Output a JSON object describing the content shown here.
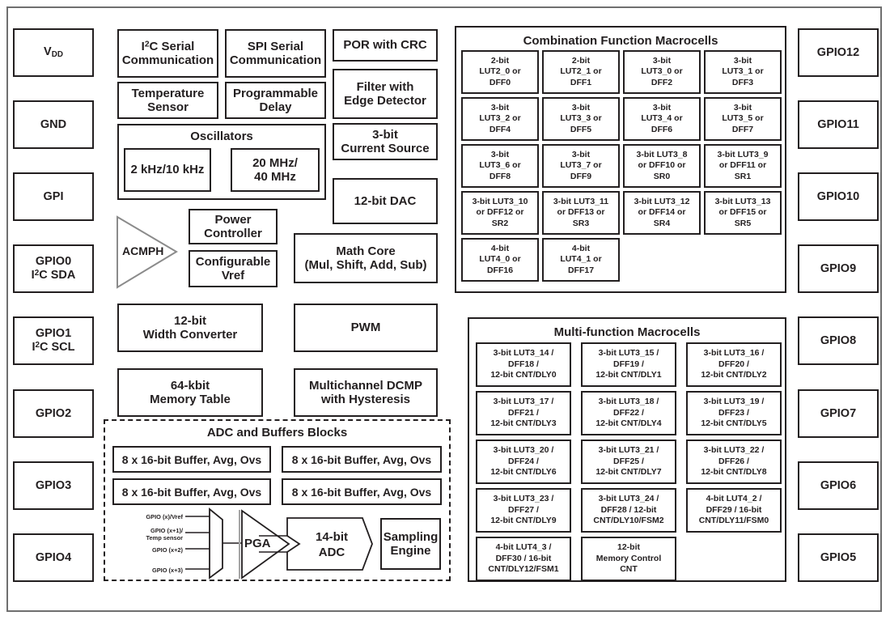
{
  "diagram": {
    "title": "SLG47004 Block Diagram",
    "border_color": "#6f6f6f",
    "line_color": "#231f20"
  },
  "left_pins": [
    {
      "name": "vdd",
      "line1": "V",
      "sub": "DD",
      "line2": ""
    },
    {
      "name": "gnd",
      "line1": "GND",
      "line2": ""
    },
    {
      "name": "gpi",
      "line1": "GPI",
      "line2": ""
    },
    {
      "name": "gpio0",
      "line1": "GPIO0",
      "line2": "I²C SDA"
    },
    {
      "name": "gpio1",
      "line1": "GPIO1",
      "line2": "I²C SCL"
    },
    {
      "name": "gpio2",
      "line1": "GPIO2",
      "line2": ""
    },
    {
      "name": "gpio3",
      "line1": "GPIO3",
      "line2": ""
    },
    {
      "name": "gpio4",
      "line1": "GPIO4",
      "line2": ""
    }
  ],
  "right_pins": [
    {
      "name": "gpio12",
      "label": "GPIO12"
    },
    {
      "name": "gpio11",
      "label": "GPIO11"
    },
    {
      "name": "gpio10",
      "label": "GPIO10"
    },
    {
      "name": "gpio9",
      "label": "GPIO9"
    },
    {
      "name": "gpio8",
      "label": "GPIO8"
    },
    {
      "name": "gpio7",
      "label": "GPIO7"
    },
    {
      "name": "gpio6",
      "label": "GPIO6"
    },
    {
      "name": "gpio5",
      "label": "GPIO5"
    }
  ],
  "core_blocks": {
    "i2c_serial": {
      "line1": "I²C Serial",
      "line2": "Communication"
    },
    "spi_serial": {
      "line1": "SPI Serial",
      "line2": "Communication"
    },
    "por_crc": {
      "line1": "POR with CRC",
      "line2": ""
    },
    "temp_sensor": {
      "line1": "Temperature",
      "line2": "Sensor"
    },
    "prog_delay": {
      "line1": "Programmable",
      "line2": "Delay"
    },
    "filter_edge": {
      "line1": "Filter with",
      "line2": "Edge Detector"
    },
    "oscillators_title": "Oscillators",
    "osc_low": {
      "line1": "2 kHz/10 kHz",
      "line2": ""
    },
    "osc_high": {
      "line1": "20 MHz/",
      "line2": "40 MHz"
    },
    "current_source": {
      "line1": "3-bit",
      "line2": "Current Source"
    },
    "dac": {
      "line1": "12-bit DAC",
      "line2": ""
    },
    "acmph": "ACMPH",
    "power_controller": {
      "line1": "Power",
      "line2": "Controller"
    },
    "config_vref": {
      "line1": "Configurable",
      "line2": "Vref"
    },
    "math_core": {
      "line1": "Math Core",
      "line2": "(Mul, Shift, Add, Sub)"
    },
    "width_converter": {
      "line1": "12-bit",
      "line2": "Width Converter"
    },
    "pwm": {
      "line1": "PWM",
      "line2": ""
    },
    "memory_table": {
      "line1": "64-kbit",
      "line2": "Memory Table"
    },
    "dcmp": {
      "line1": "Multichannel DCMP",
      "line2": "with Hysteresis"
    }
  },
  "combination_macrocells": {
    "title": "Combination Function Macrocells",
    "cells": [
      {
        "l1": "2-bit",
        "l2": "LUT2_0 or",
        "l3": "DFF0"
      },
      {
        "l1": "2-bit",
        "l2": "LUT2_1 or",
        "l3": "DFF1"
      },
      {
        "l1": "3-bit",
        "l2": "LUT3_0 or",
        "l3": "DFF2"
      },
      {
        "l1": "3-bit",
        "l2": "LUT3_1 or",
        "l3": "DFF3"
      },
      {
        "l1": "3-bit",
        "l2": "LUT3_2 or",
        "l3": "DFF4"
      },
      {
        "l1": "3-bit",
        "l2": "LUT3_3 or",
        "l3": "DFF5"
      },
      {
        "l1": "3-bit",
        "l2": "LUT3_4 or",
        "l3": "DFF6"
      },
      {
        "l1": "3-bit",
        "l2": "LUT3_5 or",
        "l3": "DFF7"
      },
      {
        "l1": "3-bit",
        "l2": "LUT3_6 or",
        "l3": "DFF8"
      },
      {
        "l1": "3-bit",
        "l2": "LUT3_7 or",
        "l3": "DFF9"
      },
      {
        "l1": "3-bit LUT3_8",
        "l2": "or DFF10 or",
        "l3": "SR0"
      },
      {
        "l1": "3-bit LUT3_9",
        "l2": "or DFF11 or",
        "l3": "SR1"
      },
      {
        "l1": "3-bit LUT3_10",
        "l2": "or DFF12 or",
        "l3": "SR2"
      },
      {
        "l1": "3-bit LUT3_11",
        "l2": "or DFF13 or",
        "l3": "SR3"
      },
      {
        "l1": "3-bit LUT3_12",
        "l2": "or DFF14 or",
        "l3": "SR4"
      },
      {
        "l1": "3-bit LUT3_13",
        "l2": "or DFF15 or",
        "l3": "SR5"
      },
      {
        "l1": "4-bit",
        "l2": "LUT4_0 or",
        "l3": "DFF16"
      },
      {
        "l1": "4-bit",
        "l2": "LUT4_1 or",
        "l3": "DFF17"
      }
    ]
  },
  "multifunction_macrocells": {
    "title": "Multi-function Macrocells",
    "cells": [
      {
        "l1": "3-bit LUT3_14 /",
        "l2": "DFF18 /",
        "l3": "12-bit CNT/DLY0"
      },
      {
        "l1": "3-bit LUT3_15 /",
        "l2": "DFF19 /",
        "l3": "12-bit CNT/DLY1"
      },
      {
        "l1": "3-bit LUT3_16 /",
        "l2": "DFF20 /",
        "l3": "12-bit CNT/DLY2"
      },
      {
        "l1": "3-bit LUT3_17 /",
        "l2": "DFF21 /",
        "l3": "12-bit CNT/DLY3"
      },
      {
        "l1": "3-bit LUT3_18 /",
        "l2": "DFF22 /",
        "l3": "12-bit CNT/DLY4"
      },
      {
        "l1": "3-bit LUT3_19 /",
        "l2": "DFF23 /",
        "l3": "12-bit CNT/DLY5"
      },
      {
        "l1": "3-bit LUT3_20 /",
        "l2": "DFF24 /",
        "l3": "12-bit CNT/DLY6"
      },
      {
        "l1": "3-bit LUT3_21 /",
        "l2": "DFF25 /",
        "l3": "12-bit CNT/DLY7"
      },
      {
        "l1": "3-bit LUT3_22 /",
        "l2": "DFF26 /",
        "l3": "12-bit CNT/DLY8"
      },
      {
        "l1": "3-bit LUT3_23 /",
        "l2": "DFF27 /",
        "l3": "12-bit CNT/DLY9"
      },
      {
        "l1": "3-bit LUT3_24 /",
        "l2": "DFF28 / 12-bit",
        "l3": "CNT/DLY10/FSM2"
      },
      {
        "l1": "4-bit LUT4_2 /",
        "l2": "DFF29 / 16-bit",
        "l3": "CNT/DLY11/FSM0"
      },
      {
        "l1": "4-bit LUT4_3 /",
        "l2": "DFF30 / 16-bit",
        "l3": "CNT/DLY12/FSM1"
      },
      {
        "l1": "12-bit",
        "l2": "Memory Control",
        "l3": "CNT"
      }
    ]
  },
  "adc_section": {
    "title": "ADC and Buffers Blocks",
    "buffers": [
      "8 x 16-bit Buffer, Avg, Ovs",
      "8 x 16-bit Buffer, Avg, Ovs",
      "8 x 16-bit Buffer, Avg, Ovs",
      "8 x 16-bit Buffer, Avg, Ovs"
    ],
    "mux_inputs": [
      {
        "l1": "GPIO (x)/Vref",
        "l2": ""
      },
      {
        "l1": "GPIO (x+1)/",
        "l2": "Temp sensor"
      },
      {
        "l1": "GPIO (x+2)",
        "l2": ""
      },
      {
        "l1": "GPIO (x+3)",
        "l2": ""
      }
    ],
    "pga": "PGA",
    "adc": {
      "line1": "14-bit",
      "line2": "ADC"
    },
    "sampling_engine": {
      "line1": "Sampling",
      "line2": "Engine"
    }
  }
}
